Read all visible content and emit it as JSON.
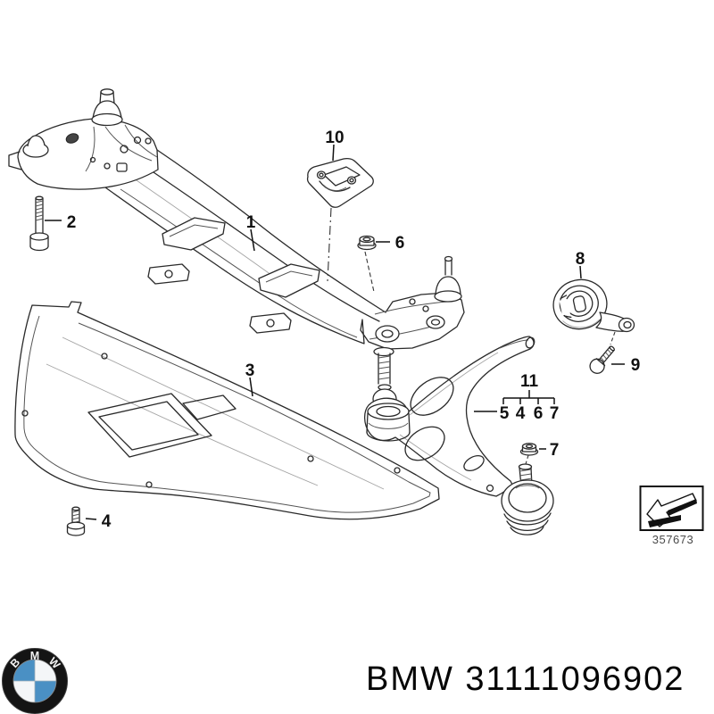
{
  "figure": {
    "callouts": {
      "item1": "1",
      "item2": "2",
      "item3": "3",
      "item4": "4",
      "item6": "6",
      "item7": "7",
      "item8": "8",
      "item9": "9",
      "item10": "10",
      "item11": "11"
    },
    "variant_row": {
      "a": "5",
      "b": "4",
      "c": "6",
      "d": "7"
    },
    "diagram_ref": "357673"
  },
  "footer": {
    "logo_letters": {
      "b": "B",
      "m": "M",
      "w": "W"
    },
    "part_number": "BMW 31111096902"
  },
  "colors": {
    "background": "#ffffff",
    "line_dark": "#2a2a2a",
    "line_light": "#a5a5a5",
    "label": "#111111",
    "ref_gray": "#4a4a4a",
    "bmw_blue": "#4a90c4",
    "bmw_ring": "#141414"
  }
}
